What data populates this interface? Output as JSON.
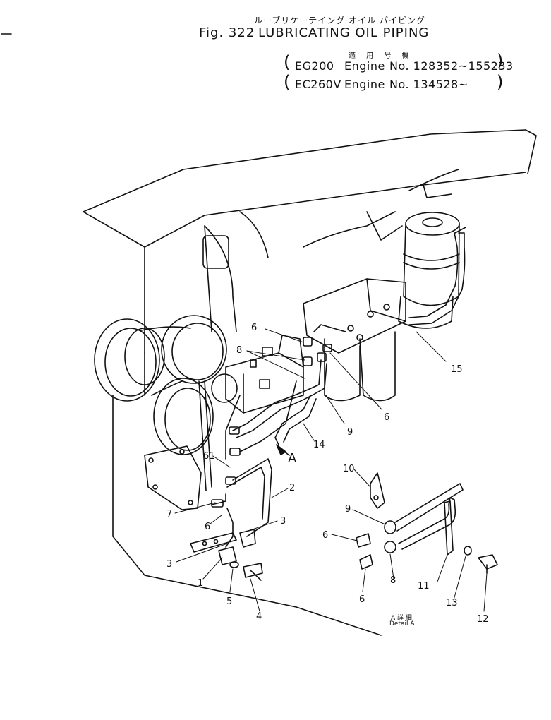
{
  "header": {
    "jp_title": "ルーブリケーテイング オイル パイピング",
    "fig_label": "Fig. 322",
    "title": "LUBRICATING OIL PIPING",
    "applicability_jp": "適 用 号 機",
    "row1_model": "EG200",
    "row1_engine_label": "Engine",
    "row1_serial": "No. 128352~155233",
    "row2_model": "EC260V",
    "row2_engine_label": "Engine",
    "row2_serial": "No. 134528~"
  },
  "view_marker": "A",
  "detail": {
    "jp": "A 詳 細",
    "en": "Detail A"
  },
  "callouts": [
    {
      "id": "c6-top",
      "label": "6"
    },
    {
      "id": "c8-top",
      "label": "8"
    },
    {
      "id": "c15",
      "label": "15"
    },
    {
      "id": "c6-right",
      "label": "6"
    },
    {
      "id": "c9-mid",
      "label": "9"
    },
    {
      "id": "c14",
      "label": "14"
    },
    {
      "id": "c61",
      "label": "61"
    },
    {
      "id": "c2",
      "label": "2"
    },
    {
      "id": "c7",
      "label": "7"
    },
    {
      "id": "c6-left",
      "label": "6"
    },
    {
      "id": "c3-right",
      "label": "3"
    },
    {
      "id": "c3-left",
      "label": "3"
    },
    {
      "id": "c1",
      "label": "1"
    },
    {
      "id": "c5",
      "label": "5"
    },
    {
      "id": "c4",
      "label": "4"
    },
    {
      "id": "c10",
      "label": "10"
    },
    {
      "id": "c9-detail",
      "label": "9"
    },
    {
      "id": "c6-detail-a",
      "label": "6"
    },
    {
      "id": "c6-detail-b",
      "label": "6"
    },
    {
      "id": "c8-detail",
      "label": "8"
    },
    {
      "id": "c11",
      "label": "11"
    },
    {
      "id": "c13",
      "label": "13"
    },
    {
      "id": "c12",
      "label": "12"
    }
  ]
}
